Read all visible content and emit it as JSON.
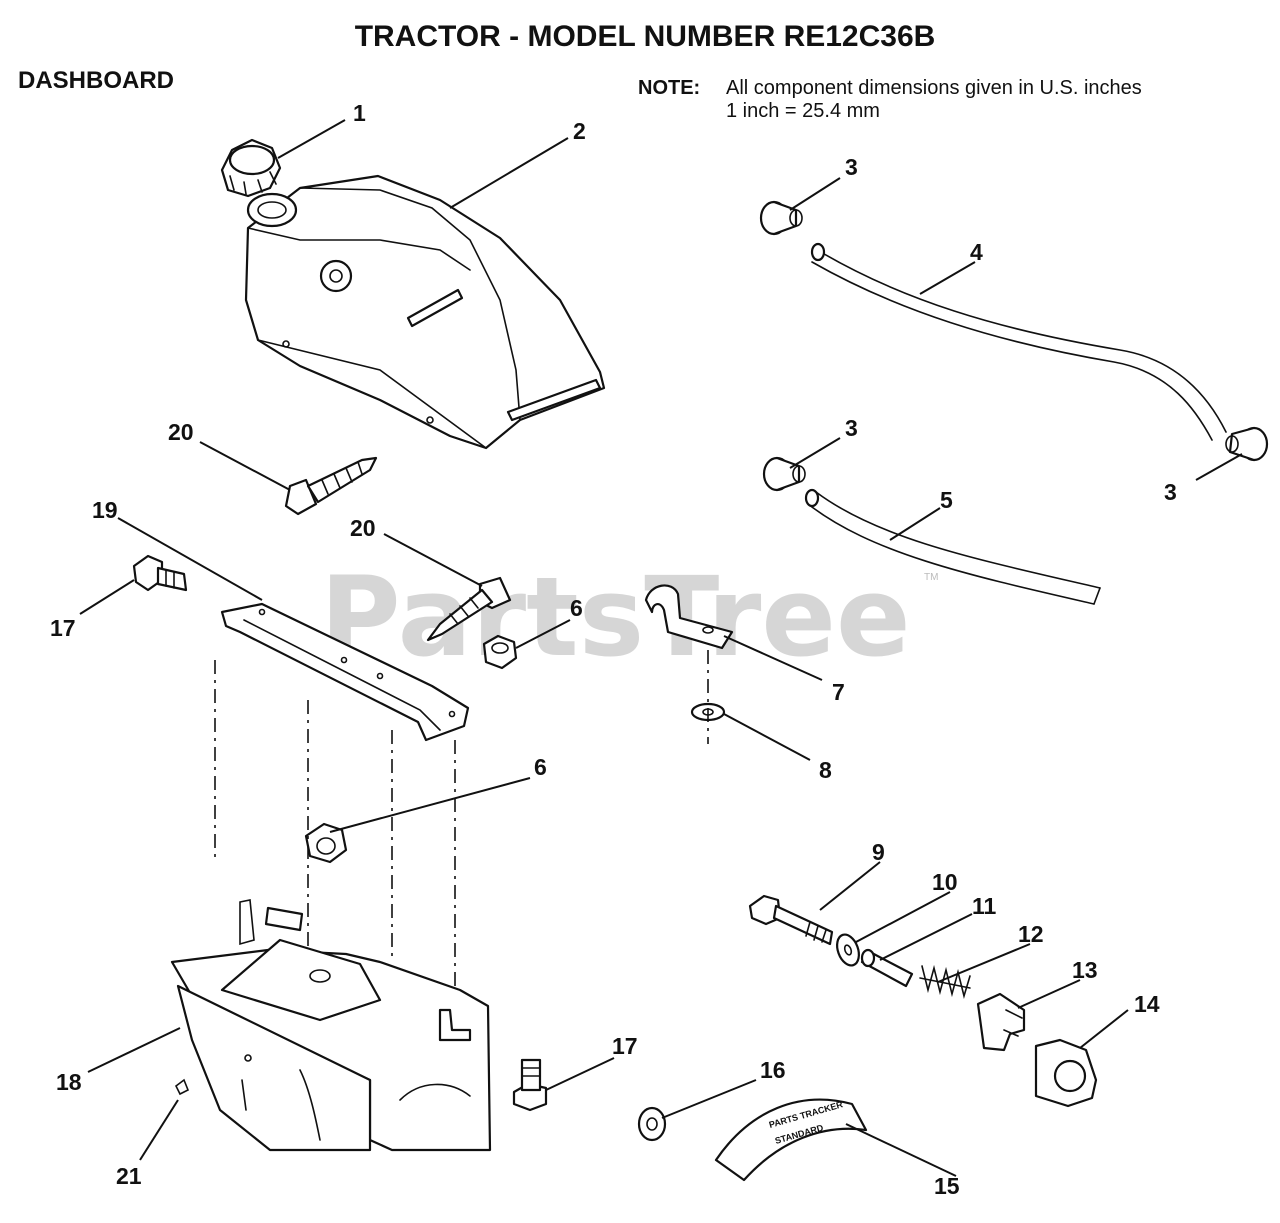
{
  "title": "TRACTOR  - MODEL NUMBER RE12C36B",
  "section": "DASHBOARD",
  "note": {
    "label": "NOTE:",
    "line1": "All component dimensions given in U.S. inches",
    "line2": "1 inch = 25.4 mm"
  },
  "watermark": {
    "text": "PartsTree",
    "tm": "TM"
  },
  "decal_text": {
    "line1": "PARTS TRACKER",
    "line2": "STANDARD"
  },
  "callouts": {
    "c1": "1",
    "c2": "2",
    "c3a": "3",
    "c3b": "3",
    "c3c": "3",
    "c4": "4",
    "c5": "5",
    "c6a": "6",
    "c6b": "6",
    "c7": "7",
    "c8": "8",
    "c9": "9",
    "c10": "10",
    "c11": "11",
    "c12": "12",
    "c13": "13",
    "c14": "14",
    "c15": "15",
    "c16": "16",
    "c17a": "17",
    "c17b": "17",
    "c18": "18",
    "c19": "19",
    "c20a": "20",
    "c20b": "20",
    "c21": "21"
  }
}
